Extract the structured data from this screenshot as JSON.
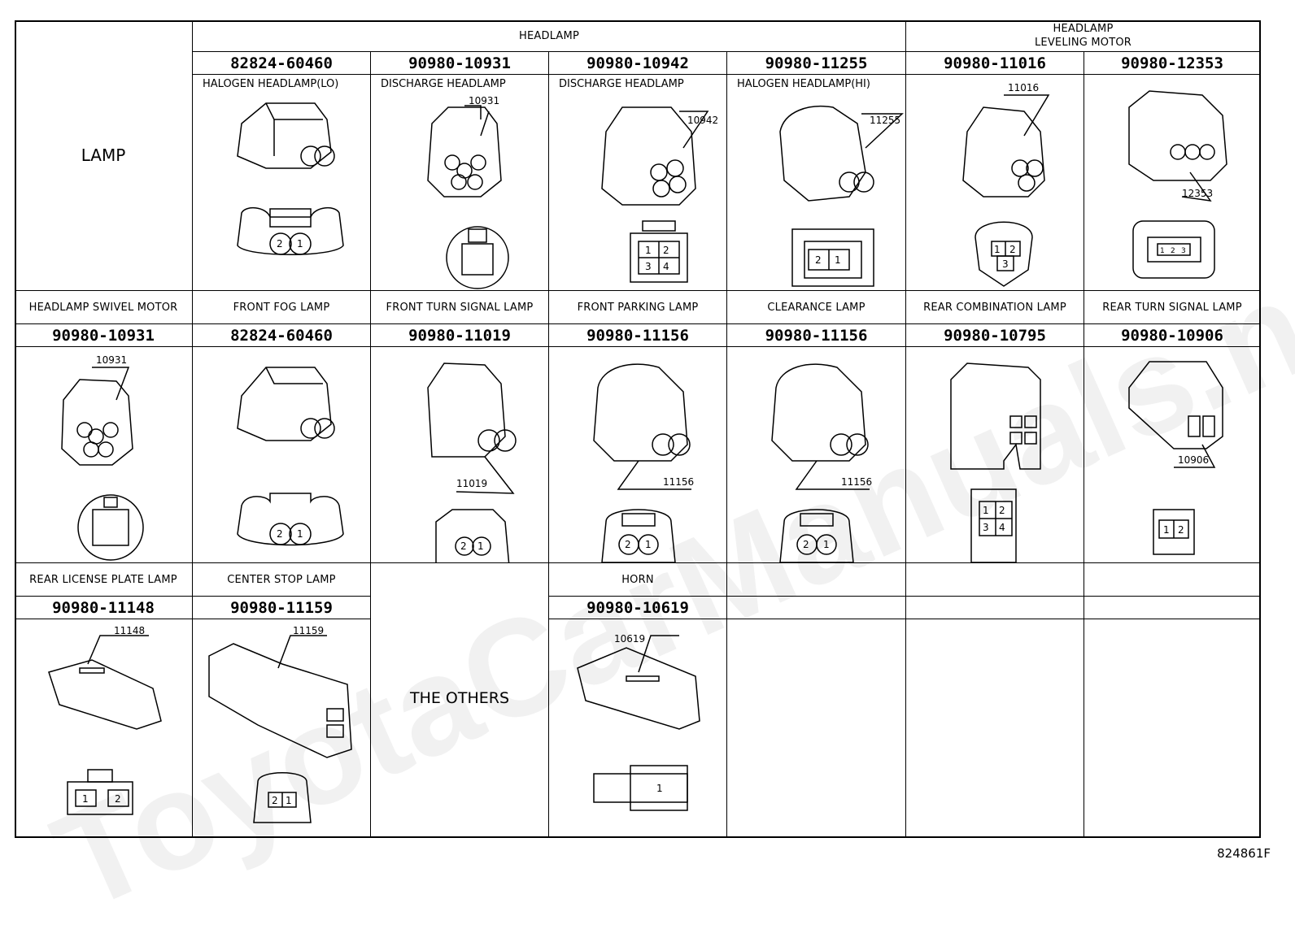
{
  "sheet_code": "824861F",
  "watermark": "ToyotaCarManuals.net",
  "header": {
    "lamp_label": "LAMP",
    "headlamp_group": "HEADLAMP",
    "leveling_group_line1": "HEADLAMP",
    "leveling_group_line2": "LEVELING MOTOR"
  },
  "row1": [
    {
      "part": "82824-60460",
      "title": "HALOGEN HEADLAMP(LO)",
      "callout": "",
      "pins": [
        "2",
        "1"
      ]
    },
    {
      "part": "90980-10931",
      "title": "DISCHARGE HEADLAMP",
      "callout": "10931",
      "pins": []
    },
    {
      "part": "90980-10942",
      "title": "DISCHARGE HEADLAMP",
      "callout": "10942",
      "pins": [
        "1",
        "2",
        "3",
        "4"
      ]
    },
    {
      "part": "90980-11255",
      "title": "HALOGEN HEADLAMP(HI)",
      "callout": "11255",
      "pins": [
        "2",
        "1"
      ]
    },
    {
      "part": "90980-11016",
      "title": "",
      "callout": "11016",
      "pins": [
        "1",
        "2",
        "3"
      ]
    },
    {
      "part": "90980-12353",
      "title": "",
      "callout": "12353",
      "pins": [
        "1",
        "2",
        "3"
      ]
    }
  ],
  "row2": [
    {
      "title": "HEADLAMP SWIVEL MOTOR",
      "part": "90980-10931",
      "callout": "10931",
      "pins": []
    },
    {
      "title": "FRONT FOG LAMP",
      "part": "82824-60460",
      "callout": "",
      "pins": [
        "2",
        "1"
      ]
    },
    {
      "title": "FRONT TURN SIGNAL LAMP",
      "part": "90980-11019",
      "callout": "11019",
      "pins": [
        "2",
        "1"
      ]
    },
    {
      "title": "FRONT PARKING LAMP",
      "part": "90980-11156",
      "callout": "11156",
      "pins": [
        "2",
        "1"
      ]
    },
    {
      "title": "CLEARANCE LAMP",
      "part": "90980-11156",
      "callout": "11156",
      "pins": [
        "2",
        "1"
      ]
    },
    {
      "title": "REAR COMBINATION LAMP",
      "part": "90980-10795",
      "callout": "",
      "pins": [
        "1",
        "2",
        "3",
        "4"
      ]
    },
    {
      "title": "REAR TURN SIGNAL LAMP",
      "part": "90980-10906",
      "callout": "10906",
      "pins": [
        "1",
        "2"
      ]
    }
  ],
  "row3": [
    {
      "title": "REAR LICENSE PLATE LAMP",
      "part": "90980-11148",
      "callout": "11148",
      "pins": [
        "1",
        "2"
      ]
    },
    {
      "title": "CENTER STOP LAMP",
      "part": "90980-11159",
      "callout": "11159",
      "pins": [
        "2",
        "1"
      ]
    },
    {
      "title": "HORN",
      "part": "90980-10619",
      "callout": "10619",
      "pins": [
        "1"
      ]
    }
  ],
  "others_label": "THE OTHERS"
}
